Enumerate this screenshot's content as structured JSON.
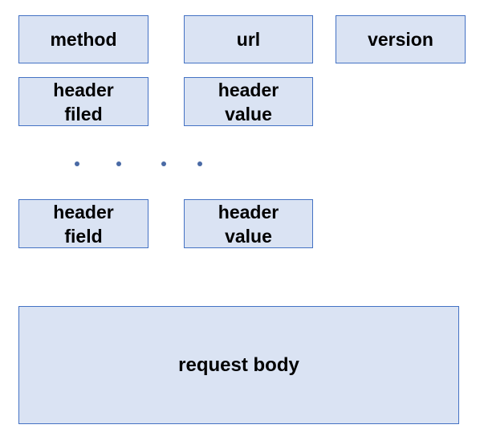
{
  "diagram": {
    "request_line": {
      "method": "method",
      "url": "url",
      "version": "version"
    },
    "headers": [
      {
        "field": "header\nfiled",
        "value": "header\nvalue"
      },
      {
        "field": "header\nfield",
        "value": "header\nvalue"
      }
    ],
    "body": "request body",
    "colors": {
      "box_fill": "#dae3f3",
      "box_border": "#4472c4",
      "dot": "#4a6aa5",
      "text": "#000000"
    }
  }
}
